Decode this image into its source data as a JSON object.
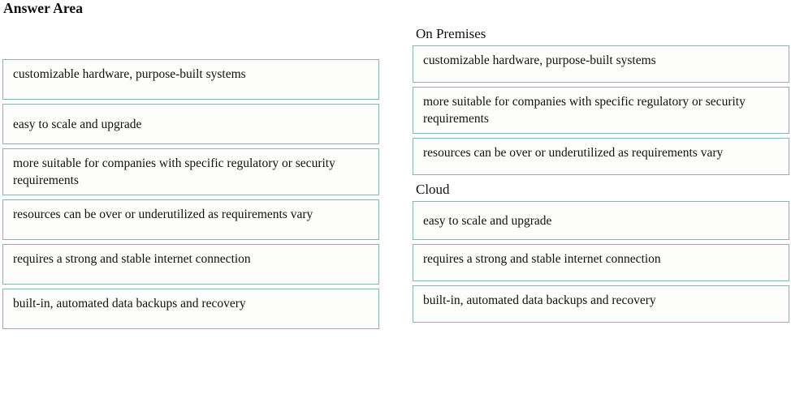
{
  "page": {
    "title": "Answer Area"
  },
  "source_list": {
    "name": "draggable-options",
    "items": [
      {
        "text": "customizable hardware, purpose-built systems",
        "lines": 2
      },
      {
        "text": "easy to scale and upgrade",
        "lines": 1
      },
      {
        "text": "more suitable for companies with specific regulatory or security requirements",
        "lines": 2
      },
      {
        "text": "resources can be over or underutilized as requirements vary",
        "lines": 2
      },
      {
        "text": "requires a strong and stable internet connection",
        "lines": 2
      },
      {
        "text": "built-in, automated data backups and recovery",
        "lines": 2
      }
    ]
  },
  "target_groups": [
    {
      "heading": "On Premises",
      "items": [
        {
          "text": "customizable hardware, purpose-built systems",
          "lines": 2
        },
        {
          "text": "more suitable for companies with specific regulatory or security requirements",
          "lines": 2
        },
        {
          "text": "resources can be over or underutilized as requirements vary",
          "lines": 2
        }
      ]
    },
    {
      "heading": "Cloud",
      "items": [
        {
          "text": "easy to scale and upgrade",
          "lines": 1
        },
        {
          "text": "requires a strong and stable internet connection",
          "lines": 2
        },
        {
          "text": "built-in, automated data backups and recovery",
          "lines": 2
        }
      ]
    }
  ],
  "colors": {
    "box_border": "#8fb2b8",
    "box_fill": "#fdfdfc",
    "text": "#101010",
    "page_background": "#ffffff"
  }
}
